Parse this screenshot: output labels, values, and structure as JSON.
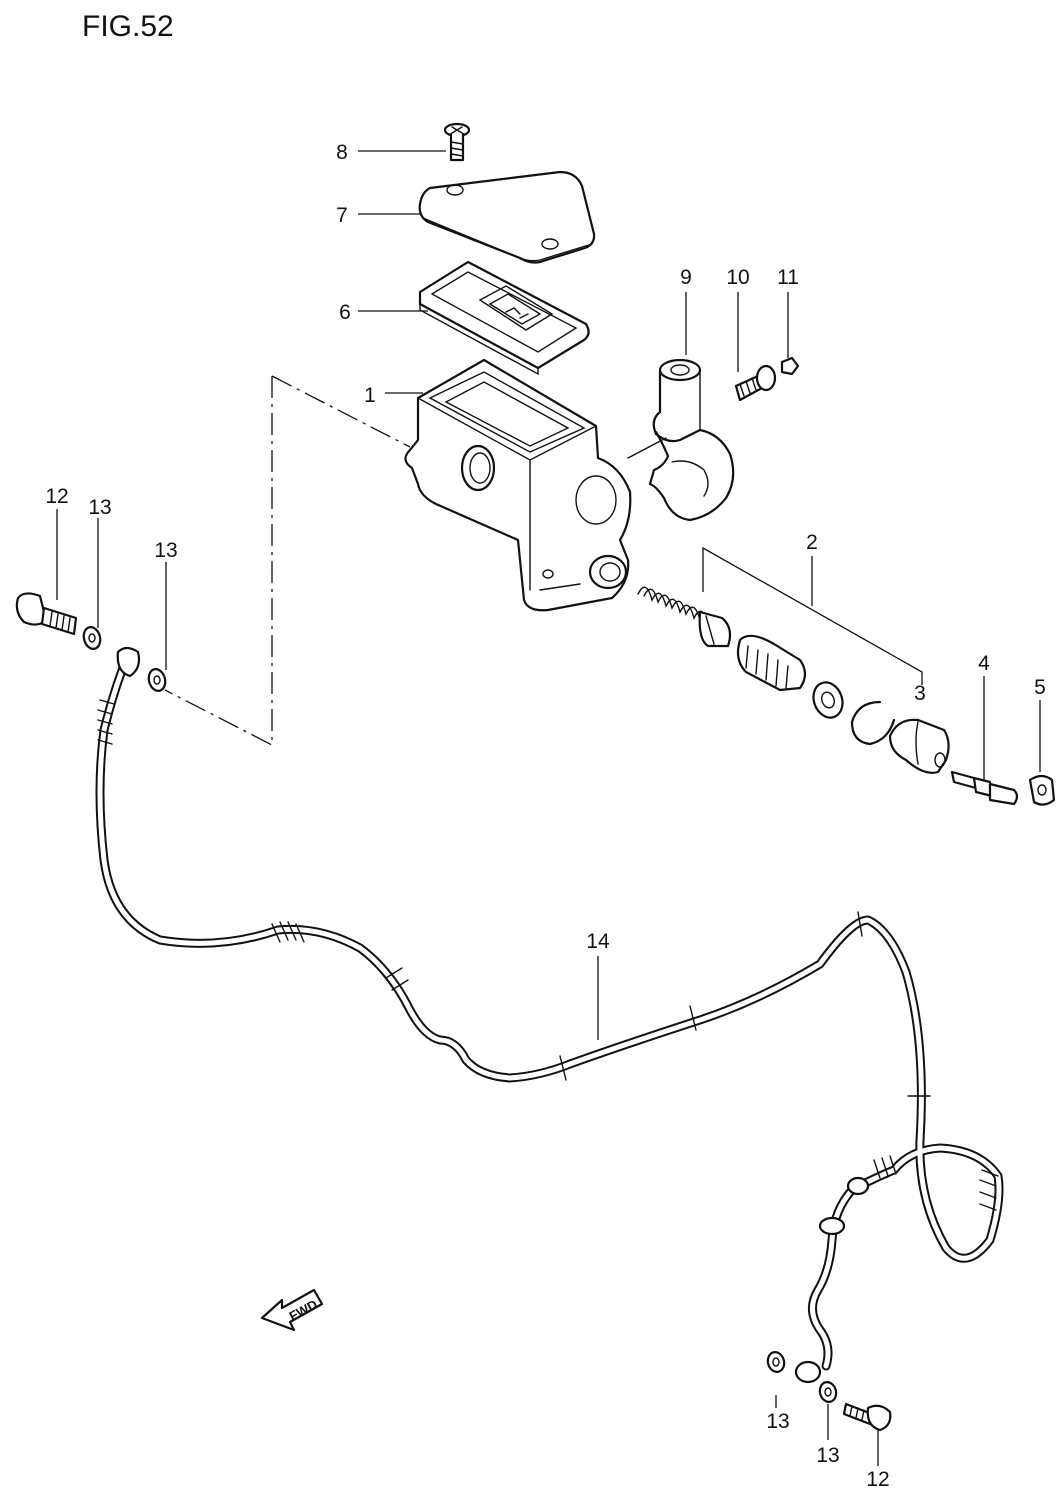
{
  "figure": {
    "title": "FIG.52"
  },
  "labels": {
    "p1": "1",
    "p2": "2",
    "p3": "3",
    "p4": "4",
    "p5": "5",
    "p6": "6",
    "p7": "7",
    "p8": "8",
    "p9": "9",
    "p10": "10",
    "p11": "11",
    "p12a": "12",
    "p12b": "12",
    "p13a": "13",
    "p13b": "13",
    "p13c": "13",
    "p13d": "13",
    "p14": "14"
  },
  "fwd": {
    "text": "FWD"
  }
}
